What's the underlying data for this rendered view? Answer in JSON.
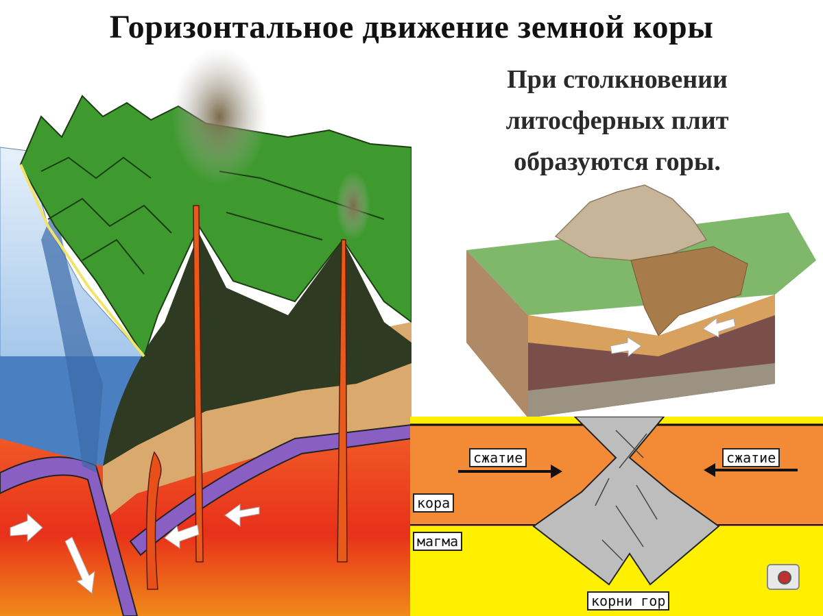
{
  "title": "Горизонтальное движение земной коры",
  "caption": {
    "lines": [
      "При столкновении",
      "литосферных  плит",
      "образуются горы."
    ]
  },
  "compression_diagram": {
    "labels": {
      "compression_left": "сжатие",
      "compression_right": "сжатие",
      "crust": "кора",
      "magma": "магма",
      "mountain_roots": "корни гор"
    }
  },
  "colors": {
    "ocean": "#4a7fc1",
    "mountains": "#3e9a2e",
    "magma": "#e8301a",
    "mantle_band": "#8a5fc4",
    "crust_orange": "#f28a36",
    "magma_yellow": "#fff000",
    "roots_gray": "#bdbdbd"
  }
}
